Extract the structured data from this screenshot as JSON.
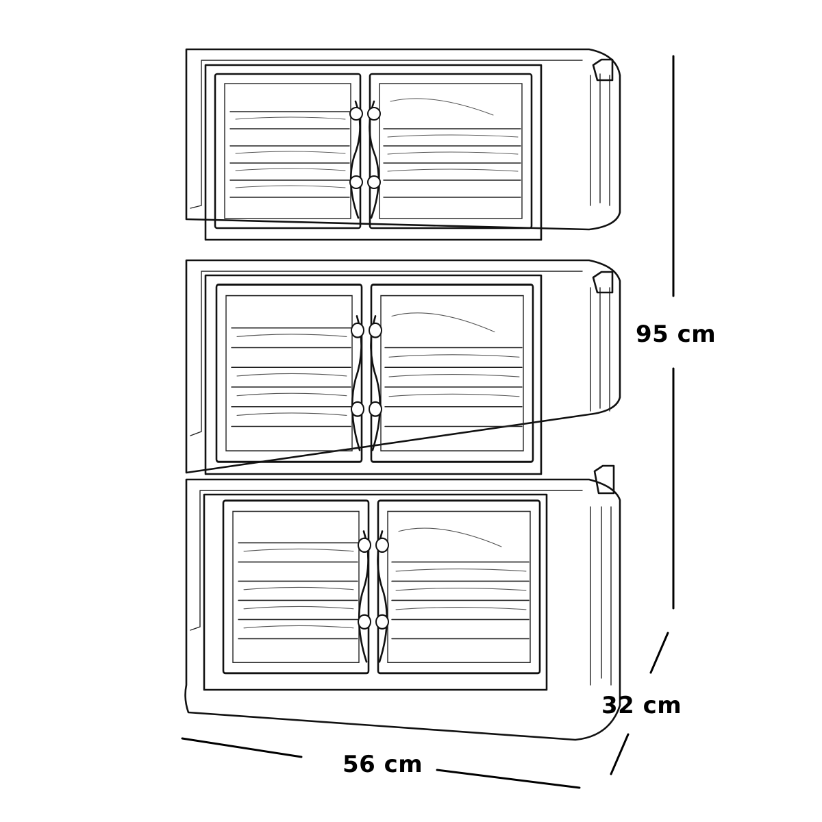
{
  "diagram": {
    "subject": "3-tier stackable storage box with double front doors",
    "tiers": 3,
    "line_color": "#000000",
    "background": "#ffffff"
  },
  "dimensions": {
    "height": {
      "value": 95,
      "unit": "cm",
      "label": "95 cm"
    },
    "depth": {
      "value": 32,
      "unit": "cm",
      "label": "32 cm"
    },
    "width": {
      "value": 56,
      "unit": "cm",
      "label": "56 cm"
    }
  }
}
